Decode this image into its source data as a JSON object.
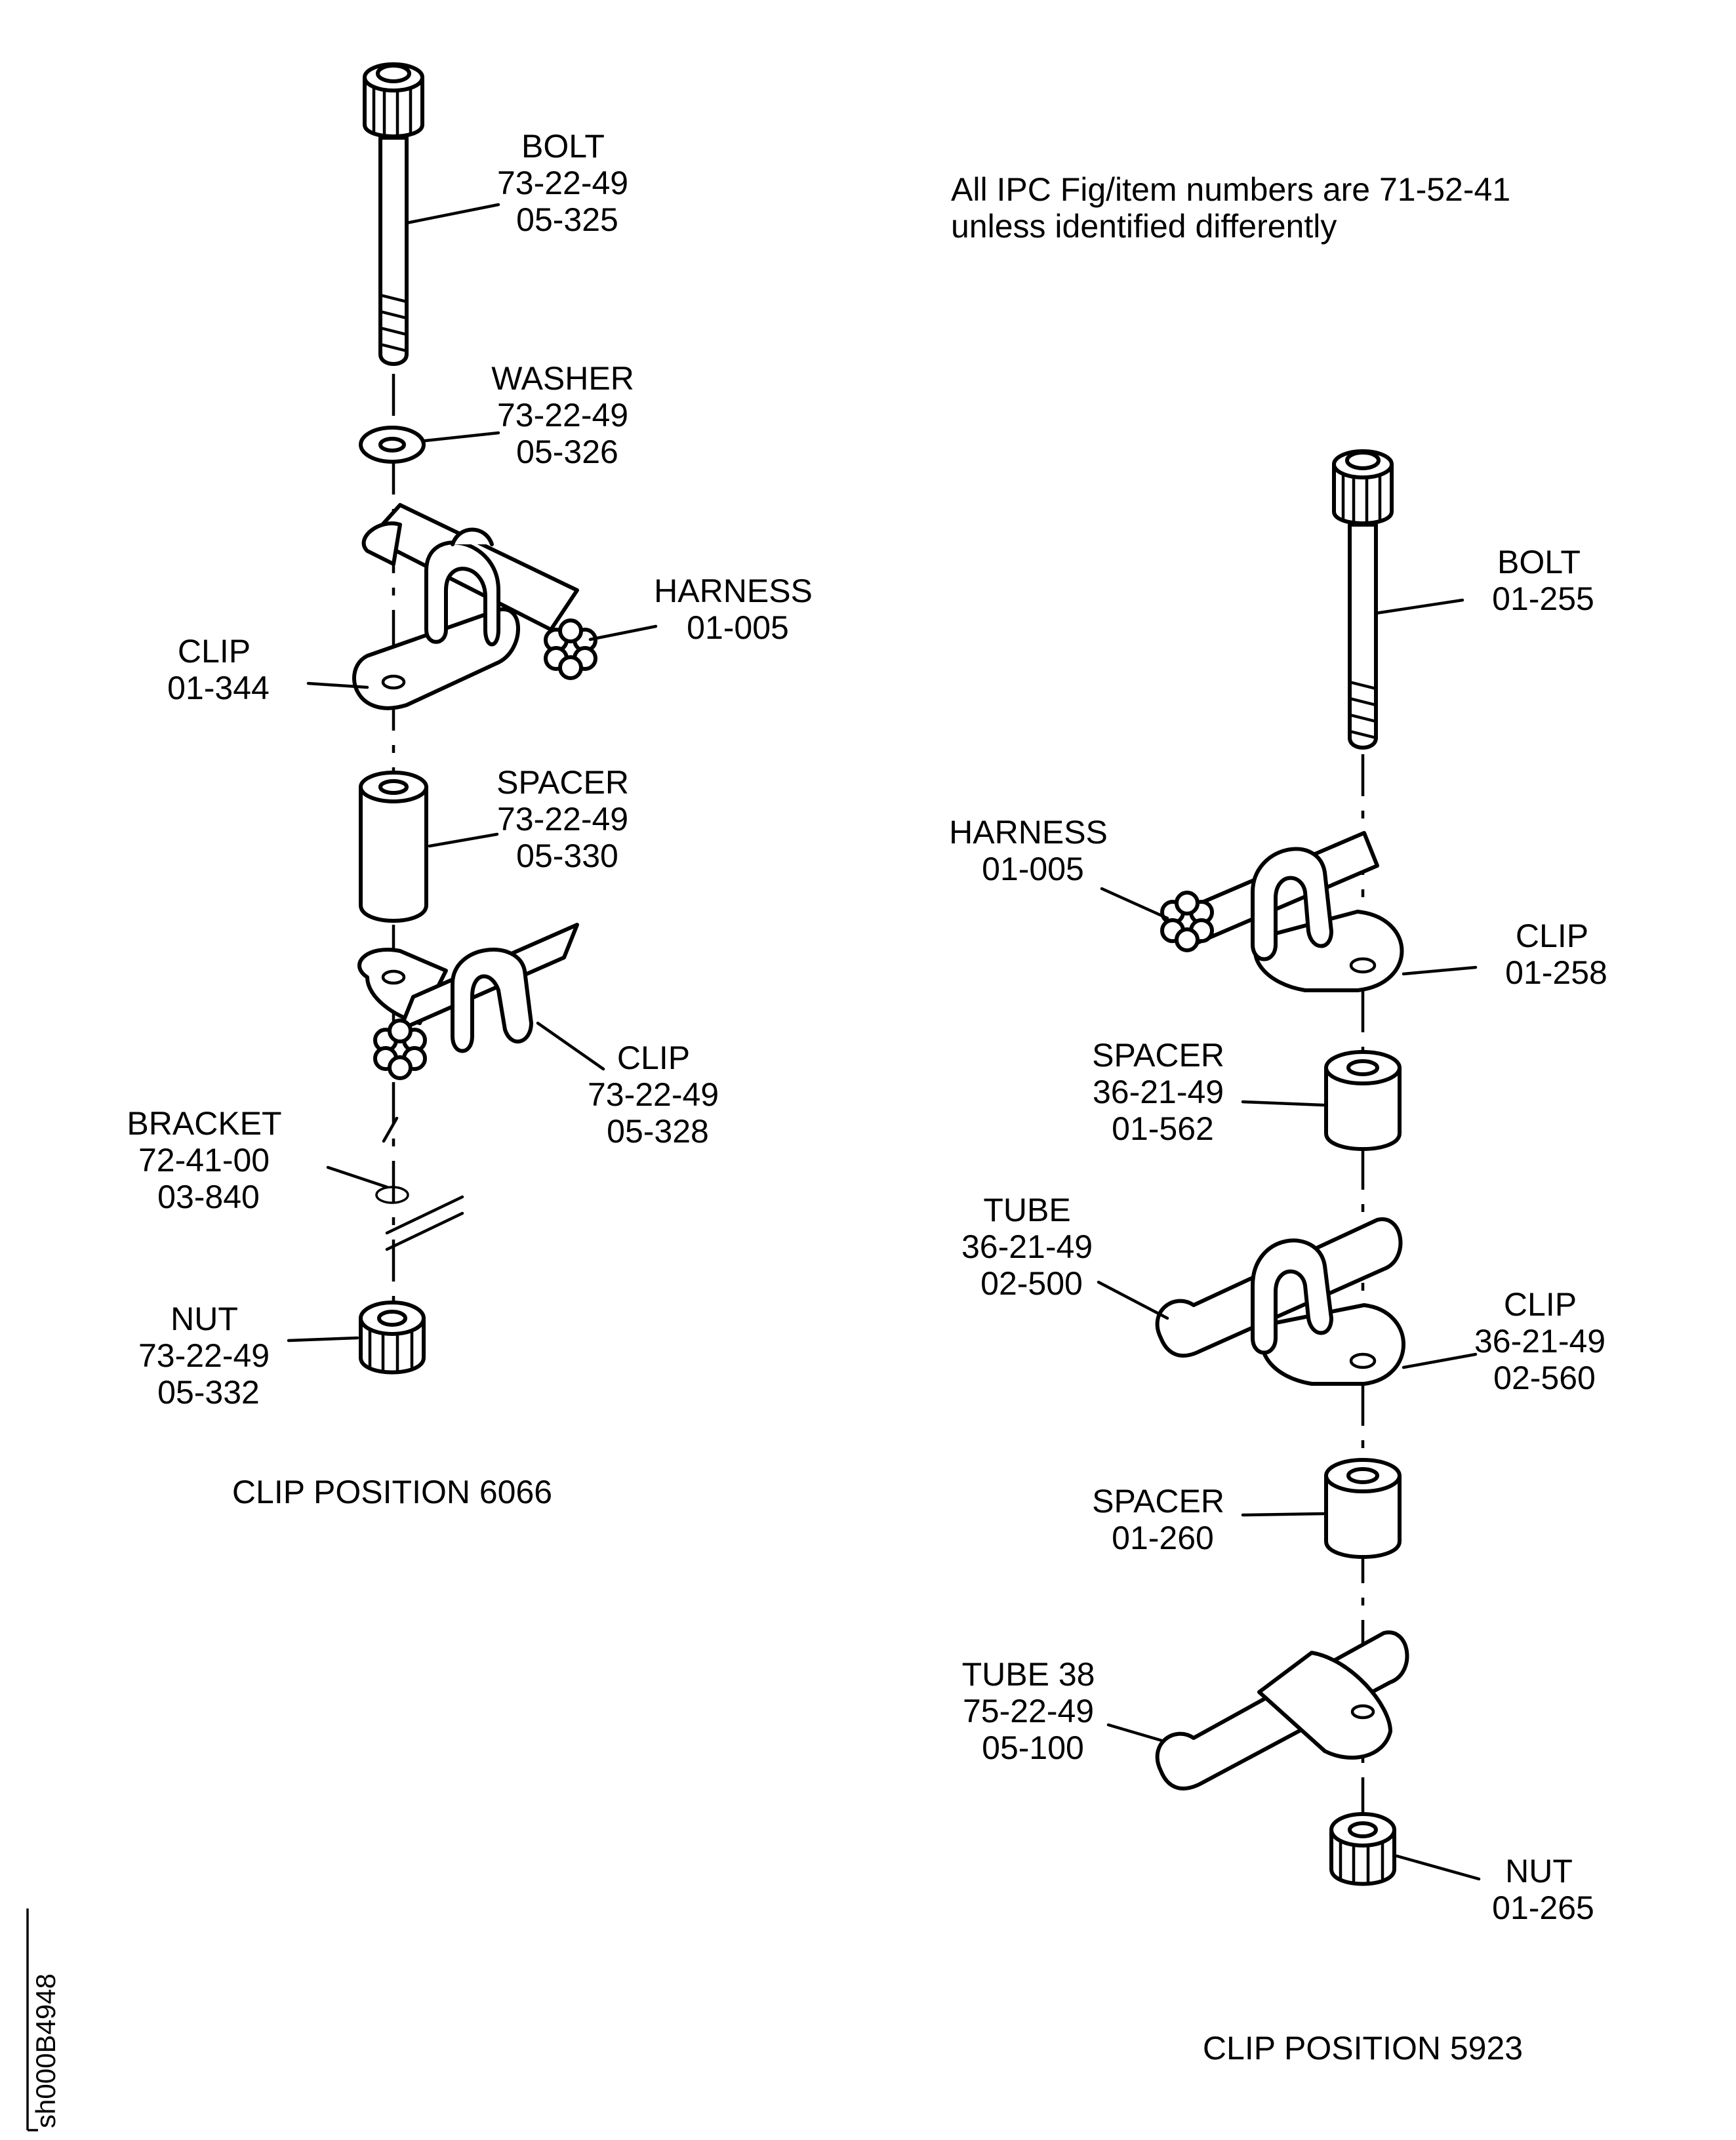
{
  "note": {
    "line1": "All IPC Fig/item numbers are 71-52-41",
    "line2": "unless identified differently"
  },
  "drawing_id": "sh000B4948",
  "left_assembly": {
    "caption": "CLIP POSITION 6066",
    "labels": [
      {
        "id": "bolt",
        "lines": [
          "BOLT",
          "73-22-49",
          "05-325"
        ]
      },
      {
        "id": "washer",
        "lines": [
          "WASHER",
          "73-22-49",
          "05-326"
        ]
      },
      {
        "id": "harness",
        "lines": [
          "HARNESS",
          "01-005"
        ]
      },
      {
        "id": "clip-a",
        "lines": [
          "CLIP",
          "01-344"
        ]
      },
      {
        "id": "spacer",
        "lines": [
          "SPACER",
          "73-22-49",
          "05-330"
        ]
      },
      {
        "id": "clip-b",
        "lines": [
          "CLIP",
          "73-22-49",
          "05-328"
        ]
      },
      {
        "id": "bracket",
        "lines": [
          "BRACKET",
          "72-41-00",
          "03-840"
        ]
      },
      {
        "id": "nut",
        "lines": [
          "NUT",
          "73-22-49",
          "05-332"
        ]
      }
    ]
  },
  "right_assembly": {
    "caption": "CLIP POSITION 5923",
    "labels": [
      {
        "id": "bolt",
        "lines": [
          "BOLT",
          "01-255"
        ]
      },
      {
        "id": "harness",
        "lines": [
          "HARNESS",
          "01-005"
        ]
      },
      {
        "id": "clip-a",
        "lines": [
          "CLIP",
          "01-258"
        ]
      },
      {
        "id": "spacer-a",
        "lines": [
          "SPACER",
          "36-21-49",
          "01-562"
        ]
      },
      {
        "id": "tube-a",
        "lines": [
          "TUBE",
          "36-21-49",
          "02-500"
        ]
      },
      {
        "id": "clip-b",
        "lines": [
          "CLIP",
          "36-21-49",
          "02-560"
        ]
      },
      {
        "id": "spacer-b",
        "lines": [
          "SPACER",
          "01-260"
        ]
      },
      {
        "id": "tube-b",
        "lines": [
          "TUBE 38",
          "75-22-49",
          "05-100"
        ]
      },
      {
        "id": "nut",
        "lines": [
          "NUT",
          "01-265"
        ]
      }
    ]
  }
}
